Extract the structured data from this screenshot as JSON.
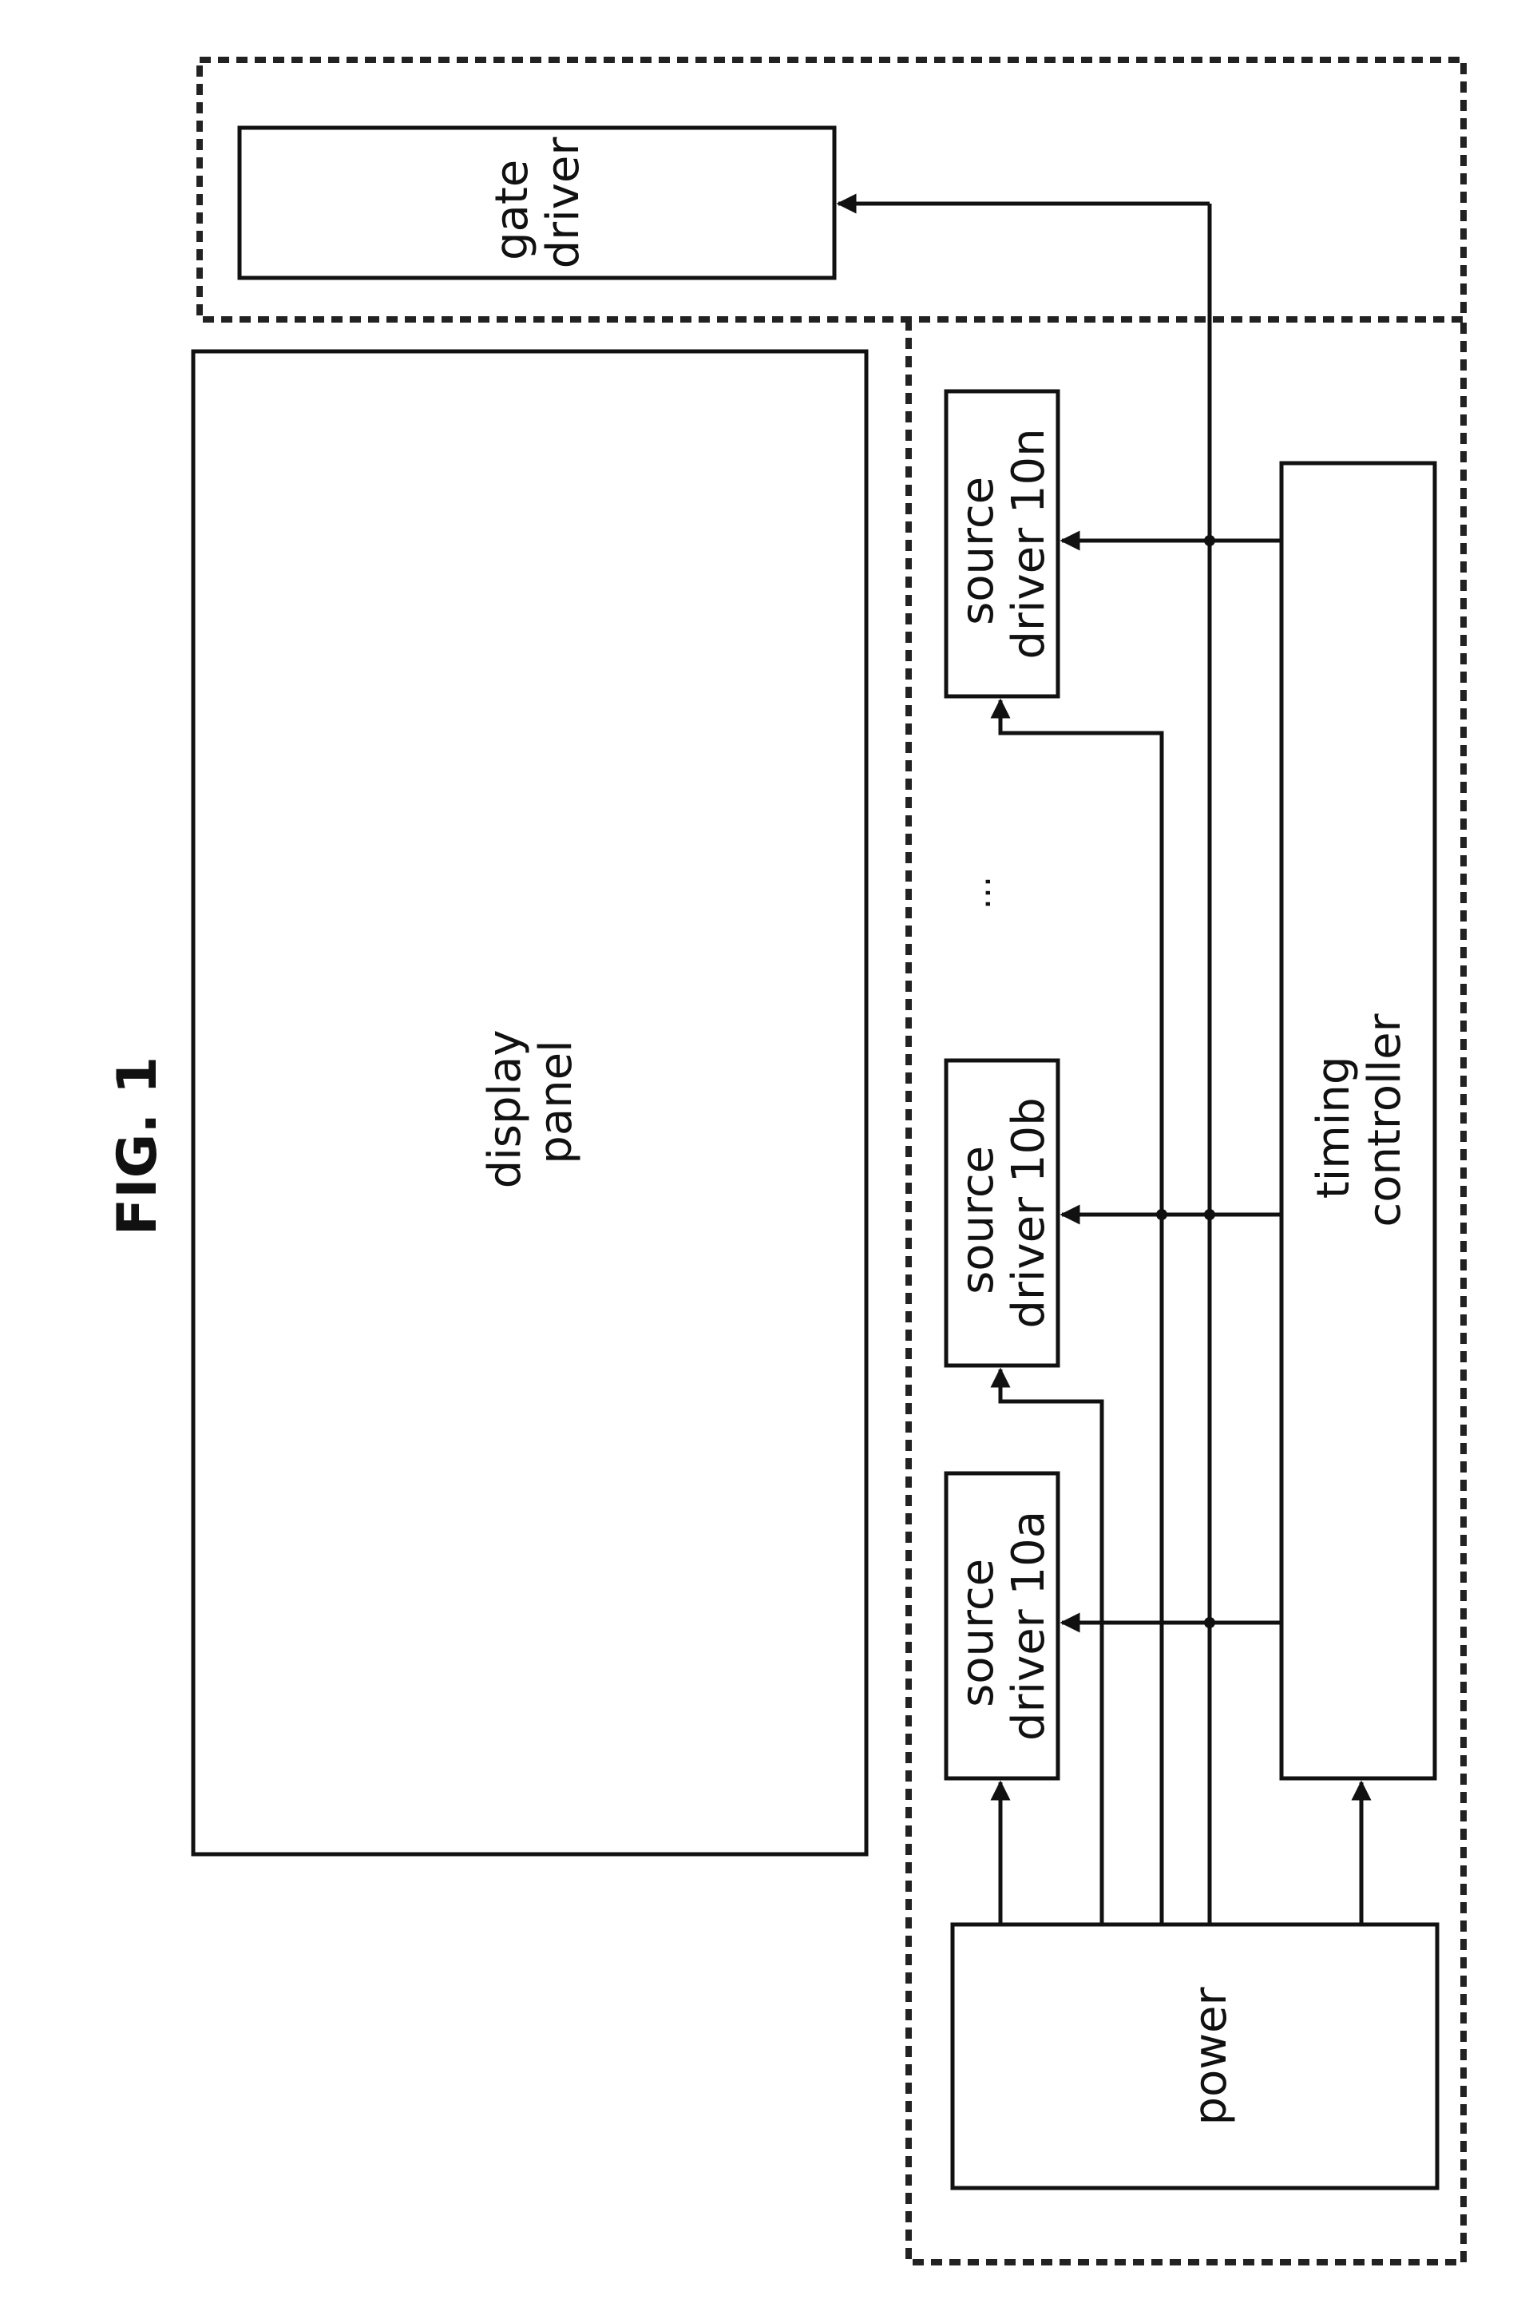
{
  "figure": {
    "title": "FIG. 1",
    "ellipsis": "..."
  },
  "blocks": {
    "gate_driver": [
      "gate",
      "driver"
    ],
    "display_panel": [
      "display",
      "panel"
    ],
    "source_driver_10a": [
      "source",
      "driver 10a"
    ],
    "source_driver_10b": [
      "source",
      "driver 10b"
    ],
    "source_driver_10n": [
      "source",
      "driver 10n"
    ],
    "timing_controller": [
      "timing",
      "controller"
    ],
    "power": [
      "power"
    ]
  },
  "colors": {
    "line": "#111111",
    "background": "#ffffff"
  }
}
